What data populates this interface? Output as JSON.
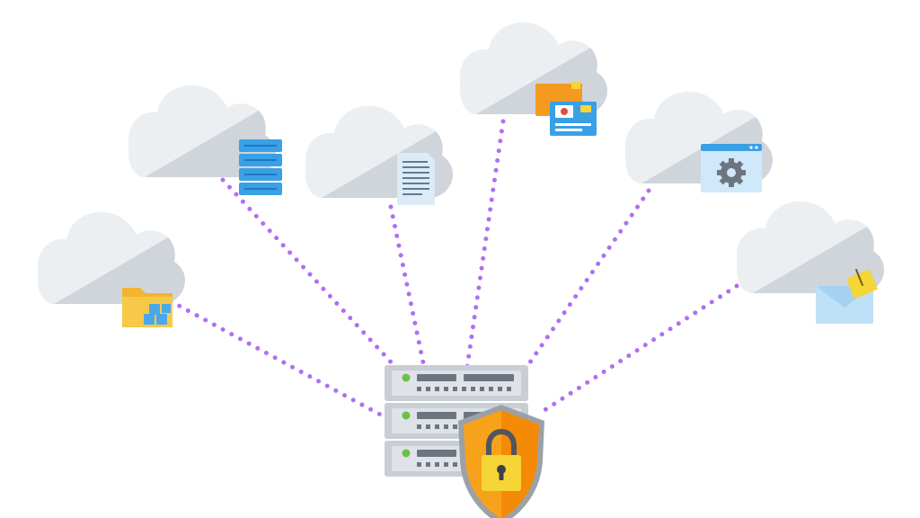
{
  "diagram": {
    "hub": {
      "icon": "secure-server-rack-icon",
      "overlay_icon": "padlock-shield-icon",
      "server_units": 3
    },
    "connector_style": "dotted",
    "nodes": [
      {
        "id": "cloud-files",
        "icon": "folder-with-cubes-icon"
      },
      {
        "id": "cloud-database",
        "icon": "database-stack-icon"
      },
      {
        "id": "cloud-document",
        "icon": "text-document-icon"
      },
      {
        "id": "cloud-media",
        "icon": "media-cards-icon"
      },
      {
        "id": "cloud-settings",
        "icon": "gear-window-icon"
      },
      {
        "id": "cloud-mail",
        "icon": "envelope-with-note-icon"
      }
    ]
  },
  "colors": {
    "connector": "#b06ef2",
    "cloud_light": "#eceff1",
    "cloud_shade": "#cfd5db",
    "server_body": "#c9ced4",
    "server_dark": "#6d7680",
    "server_led": "#6cc04a",
    "shield_outer": "#f7a21b",
    "shield_inner": "#f58a07",
    "lock_yellow": "#f6d536",
    "folder": "#f7c948",
    "cube": "#4aa8ea",
    "database": "#3aa0e6",
    "document": "#dcebf7",
    "window": "#cfe8fa",
    "envelope": "#bfe0f7"
  }
}
